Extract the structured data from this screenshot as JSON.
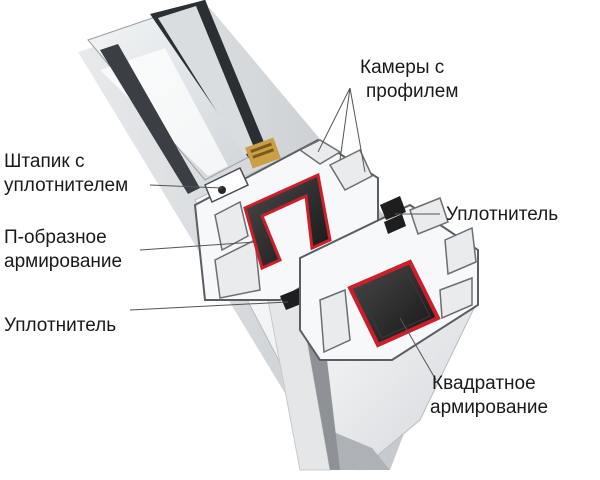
{
  "labels": {
    "chambers": [
      "Камеры с",
      "профилем"
    ],
    "glazing_bead": [
      "Штапик с",
      "уплотнителем"
    ],
    "u_reinforcement": [
      "П-образное",
      "армирование"
    ],
    "seal_right": "Уплотнитель",
    "seal_left": "Уплотнитель",
    "square_reinforcement": [
      "Квадратное",
      "армирование"
    ]
  },
  "colors": {
    "profile_face": "#f2f3f4",
    "profile_shadow": "#c9ccd0",
    "profile_dark": "#3a3d42",
    "glass": "#dfe3e6",
    "reinforcement": "#cc1f2b",
    "steel_core": "#2a2a2a",
    "leader_line": "#555555",
    "label_text": "#1a1a1a"
  }
}
